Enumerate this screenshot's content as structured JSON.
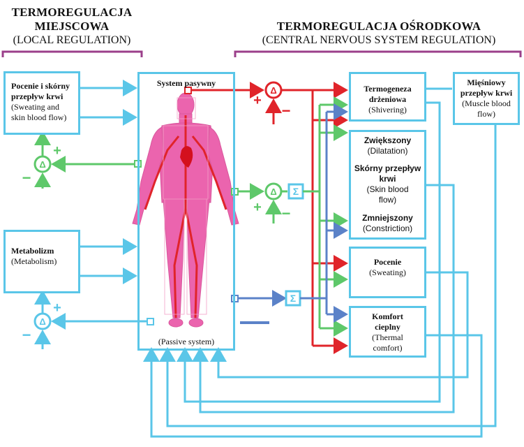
{
  "headers": {
    "local": {
      "line1": "TERMOREGULACJA",
      "line2": "MIEJSCOWA",
      "sub": "(LOCAL REGULATION)"
    },
    "central": {
      "line1": "TERMOREGULACJA OŚRODKOWA",
      "sub": "(CENTRAL NERVOUS SYSTEM REGULATION)"
    }
  },
  "boxes": {
    "sweat_local": {
      "pl1": "Pocenie i skórny",
      "pl2": "przepływ krwi",
      "en1": "(Sweating and",
      "en2": "skin blood flow)"
    },
    "metabolism": {
      "pl": "Metabolizm",
      "en": "(Metabolism)"
    },
    "passive": {
      "top": "System pasywny",
      "bottom": "(Passive system)"
    },
    "shivering": {
      "pl1": "Termogeneza",
      "pl2": "drżeniowa",
      "en": "(Shivering)"
    },
    "muscle": {
      "pl1": "Mięśniowy",
      "pl2": "przepływ krwi",
      "en1": "(Muscle blood",
      "en2": "flow)"
    },
    "dilatation": {
      "pl": "Zwiększony",
      "en": "(Dilatation)"
    },
    "skin_flow": {
      "pl1": "Skórny przepływ",
      "pl2": "krwi",
      "en1": "(Skin blood",
      "en2": "flow)"
    },
    "constriction": {
      "pl": "Zmniejszony",
      "en": "(Constriction)"
    },
    "sweating": {
      "pl": "Pocenie",
      "en": "(Sweating)"
    },
    "comfort": {
      "pl1": "Komfort",
      "pl2": "cieplny",
      "en1": "(Thermal",
      "en2": "comfort)"
    }
  },
  "symbols": {
    "delta": "Δ",
    "sigma": "Σ",
    "plus": "+",
    "minus": "−"
  },
  "colors": {
    "blue": "#5ac6e8",
    "red": "#e0242a",
    "green": "#5ec86a",
    "steel": "#5b82c8",
    "purple": "#9b3f8a",
    "body": "#e84aa0"
  }
}
